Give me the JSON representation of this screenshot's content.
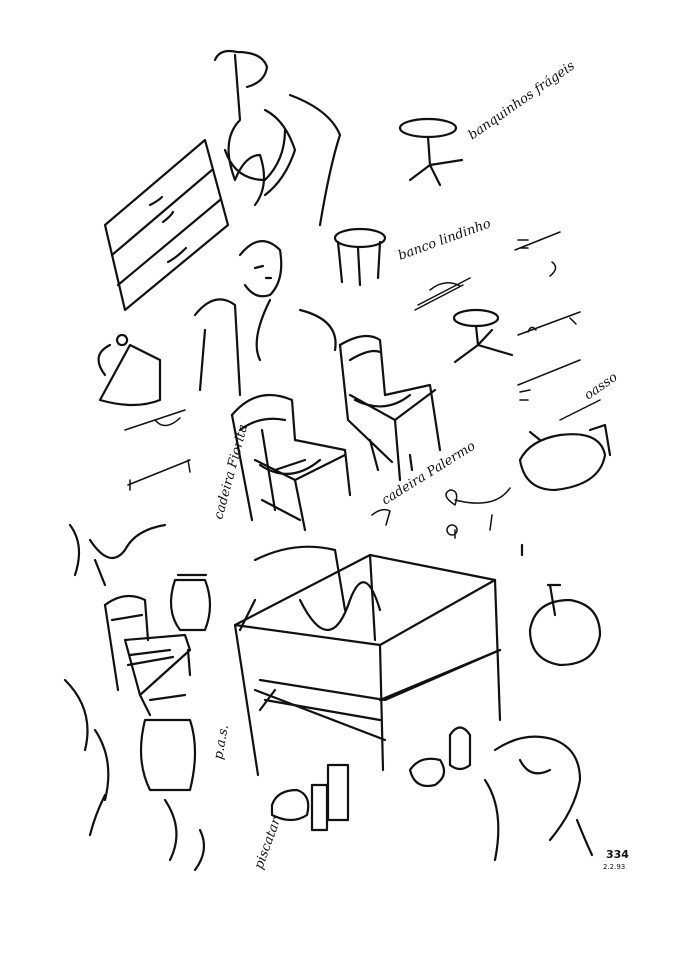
{
  "sketch": {
    "ink_color": "#111111",
    "paper_color": "#ffffff",
    "annotations": {
      "stools_fragile": "banquinhos frágeis",
      "stool_label": "banco lindinho",
      "chair_palermo": "cadeira Palermo",
      "chair_side": "cadeira Fiorita",
      "handle_label": "oasso",
      "bottom_label": "piscatar",
      "side_note": "p.a.s."
    },
    "page_number": "334",
    "date": "2.2.93"
  }
}
